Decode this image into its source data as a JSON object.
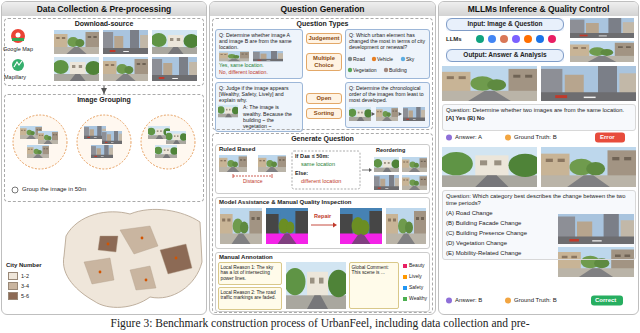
{
  "diagram": {
    "caption": "Figure 3: Benchmark construction process of UrbanFeel, including data collection and pre-",
    "nodes": [
      {
        "text": [
          "Data Collection & Pre-processing"
        ]
      },
      {
        "text": [
          "Download-source"
        ],
        "in": 0
      },
      {
        "text": [
          "Image Grouping",
          "Group the image in 50m"
        ],
        "in": 0
      },
      {
        "text": [
          "Question Generation"
        ]
      },
      {
        "text": [
          "Question Types"
        ],
        "in": 3
      },
      {
        "text": [
          "Q: Determine whether image A and image B are from the same location.",
          "Yes, same location.",
          "No, different location."
        ],
        "in": 4
      },
      {
        "text": [
          "Judgement"
        ],
        "in": 4
      },
      {
        "text": [
          "Multiple Choice"
        ],
        "in": 4
      },
      {
        "text": [
          "Q: Which urban element has changed the most in terms of city development or renewal?"
        ],
        "in": 4
      },
      {
        "text": [
          "Q: Judge if the image appears [Wealthy, Safety, Lively] and explain why.",
          "A: The image is wealthy. Because the building ~ the vegetation ~"
        ],
        "in": 4
      },
      {
        "text": [
          "Open"
        ],
        "in": 4
      },
      {
        "text": [
          "Sorting"
        ],
        "in": 4
      },
      {
        "text": [
          "Q: Determine the chronological order of the images from least to most developed."
        ],
        "in": 4
      },
      {
        "text": [
          "Generate Question"
        ],
        "in": 3
      },
      {
        "text": [
          "Ruled Based"
        ],
        "in": 13
      },
      {
        "text": [
          "Model Assistance & Manual Quality Inspection"
        ],
        "in": 13
      },
      {
        "text": [
          "Manual Annotation"
        ],
        "in": 13
      },
      {
        "text": [
          "Local Reason 1: The sky has a lot of intersecting power lines."
        ],
        "in": 16
      },
      {
        "text": [
          "Global Comment: This scene is ..."
        ],
        "in": 16
      },
      {
        "text": [
          "Local Reason 2: The road traffic markings are faded."
        ],
        "in": 16
      },
      {
        "text": [
          "MLLMs Inference & Quality Control"
        ]
      },
      {
        "text": [
          "Input: Image & Question"
        ],
        "in": 20
      },
      {
        "text": [
          "Output: Answer & Analysis"
        ],
        "in": 20
      },
      {
        "text": [
          "Question: Determine whether two images are from the same location.",
          "[A] Yes (B) No"
        ],
        "in": 20
      },
      {
        "text": [
          "Question: Which category best describes the change between the two time periods?",
          "(A) Road Change",
          "(B) Building Facade Change",
          "(C) Building Presence Change",
          "(D) Vegetation Change",
          "(E) Mobility-Related Change"
        ],
        "in": 20
      }
    ],
    "edges": [
      {
        "from": 1,
        "to": 2,
        "arrow": "to"
      }
    ],
    "labels": [
      "Google Map",
      "Mapillary",
      "City Number",
      "Distance",
      "If D",
      "AB",
      "≤ 50m:",
      "same location",
      "Else:",
      "different location",
      "Reordering",
      "Repair",
      "Road",
      "Vehicle",
      "Sky",
      "Vegetation",
      "Building",
      "Beauty",
      "Lively",
      "Safety",
      "Wealthy",
      "LLMs",
      "Answer: A",
      "Ground Truth: B",
      "Error",
      "Answer: B",
      "Ground Truth: B",
      "Correct"
    ],
    "legend": [
      {
        "text": "1-2",
        "color": "#efe6da"
      },
      {
        "text": "3-4",
        "color": "#c9b5a0"
      },
      {
        "text": "5-6",
        "color": "#8c6a55"
      }
    ]
  }
}
